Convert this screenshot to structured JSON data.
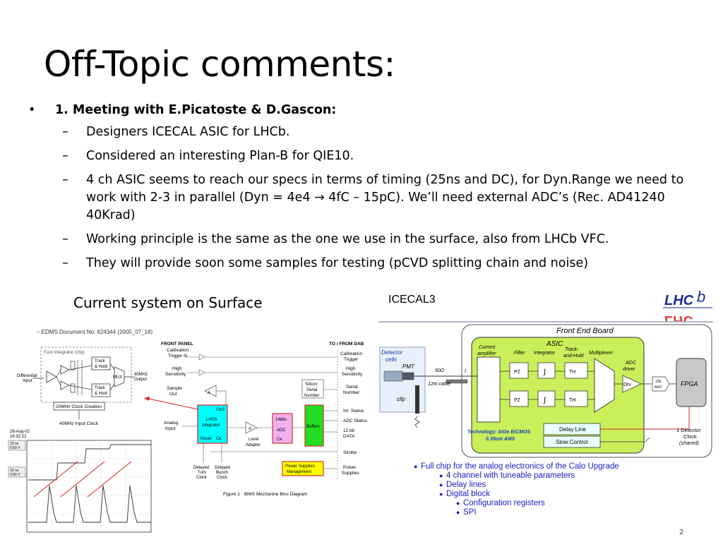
{
  "slide": {
    "title": "Off-Topic comments:",
    "page_number": "2",
    "bullet_symbol": "•",
    "dash_symbol": "–",
    "bullets": [
      {
        "text": "1. Meeting with E.Picatoste & D.Gascon:",
        "sub": [
          "Designers ICECAL ASIC for LHCb.",
          "Considered an interesting Plan-B for QIE10.",
          "4 ch ASIC seems to reach our specs in terms of timing (25ns and DC), for Dyn.Range we need to work with 2-3 in parallel (Dyn = 4e4 → 4fC – 15pC). We’ll need external ADC’s (Rec. AD41240 40Krad)",
          "Working principle is the same as the one we use in the surface, also from LHCb VFC.",
          "They will provide soon some samples for testing (pCVD splitting chain and noise)"
        ]
      }
    ],
    "caption_left": "Current system on Surface",
    "caption_right": "ICECAL3"
  },
  "left_figure": {
    "doc_header": "–     EDMS Document No: 624344 (2005_07_18)",
    "chip_title": "Fast Integrator Chip",
    "differential_input": [
      "Differential",
      "Input"
    ],
    "track_hold_1": [
      "Track",
      "& Hold"
    ],
    "track_hold_2": [
      "Track",
      "& Hold"
    ],
    "mux": "MUX",
    "output_40mhz": [
      "40MHz",
      "Output"
    ],
    "clock_creation": "20MHz Clock Creation",
    "input_clock": "40MHz Input Clock",
    "scope_date": [
      "28-Aug-02",
      "16:32:12"
    ],
    "scope_ch1": [
      "10 ns",
      "0.50 V"
    ],
    "scope_ch2": [
      "10 ns",
      "0.50 V"
    ]
  },
  "bloc_diagram": {
    "front_panel": "FRONT PANEL",
    "to_from_dab": "TO / FROM DAB",
    "calib_trigger_n": [
      "Calibration",
      "Trigger N"
    ],
    "calib_trigger": [
      "Calibration",
      "Trigger"
    ],
    "high_sens_left": [
      "High",
      "Sensitivity"
    ],
    "high_sens_right": [
      "High",
      "Sensitivity"
    ],
    "sample_out": [
      "Sample",
      "Out"
    ],
    "amp_label": "A",
    "silicon_serial": [
      "Silicon",
      "Serial",
      "Number"
    ],
    "serial_number": [
      "Serial",
      "Number"
    ],
    "analog_input": [
      "Analog",
      "Input"
    ],
    "lhcb_integrator": [
      "Ck/2",
      "LHCb",
      "Integrator"
    ],
    "reset_ck": [
      "Reset",
      "Ck"
    ],
    "level_adapter_amp": "A",
    "level_adapter": [
      "Level",
      "Adapter"
    ],
    "adc_box": [
      "14bits",
      "ADC",
      "Ck"
    ],
    "buffers": "Buffers",
    "int_status": "Int. Status",
    "adc_status": "ADC Status",
    "data_12bit": [
      "12 bit",
      "DATA"
    ],
    "strobe": "Strobe",
    "delayed_turn": [
      "Delayed",
      "Turn",
      "Clock"
    ],
    "delayed_bunch": [
      "Delayed",
      "Bunch",
      "Clock"
    ],
    "power_mgmt": [
      "Power Supplies",
      "Management"
    ],
    "power_supplies": [
      "Power",
      "Supplies"
    ],
    "figure_caption": "Figure 1 : IBMS Mezzanine Bloc Diagram"
  },
  "icecal_diagram": {
    "front_end_board": "Front End Board",
    "asic": "ASIC",
    "detector_cells": [
      "Detector",
      "cells"
    ],
    "pmt": "PMT",
    "cable_imp": "50Ω",
    "cable_len": "12m cable",
    "clip": "clip",
    "current_amp": [
      "Current",
      "amplifier"
    ],
    "filter": "Filter",
    "integrator": "Integrator",
    "track_hold": [
      "Track-",
      "and-Hold"
    ],
    "multiplexer": "Multiplexer",
    "adc_driver": [
      "ADC",
      "driver"
    ],
    "pz": "PZ",
    "integral": "∫",
    "th": "TH",
    "drv": "Drv",
    "adc12b": [
      "12b",
      "ADC"
    ],
    "fpga": "FPGA",
    "technology": [
      "Technology: SiGe BiCMOS",
      "0.35um AMS"
    ],
    "delay_line": "Delay Line",
    "slow_control": "Slow Control",
    "detector_clock": [
      "1 Detector",
      "Clock",
      "(shared)"
    ],
    "current_symbol": "I"
  },
  "asic_features": {
    "bullet": "●",
    "items": [
      {
        "level": 1,
        "text": "Full chip for the analog electronics of the Calo Upgrade"
      },
      {
        "level": 2,
        "text": "4 channel with tuneable parameters"
      },
      {
        "level": 2,
        "text": "Delay lines"
      },
      {
        "level": 2,
        "text": "Digital block"
      },
      {
        "level": 3,
        "text": "Configuration registers"
      },
      {
        "level": 3,
        "text": "SPI"
      }
    ]
  },
  "logo": {
    "text": [
      "LHC",
      "b"
    ]
  },
  "colors": {
    "accent_red": "#d62020",
    "asic_green": "#c9ef5a",
    "lhcb_box_cyan": "#00ffff",
    "adc_pink": "#f0b0f0",
    "buffers_green": "#22dd22",
    "power_yellow": "#ffff00",
    "feature_text_blue": "#1c1cc8",
    "tech_blue": "#1a40c0"
  }
}
